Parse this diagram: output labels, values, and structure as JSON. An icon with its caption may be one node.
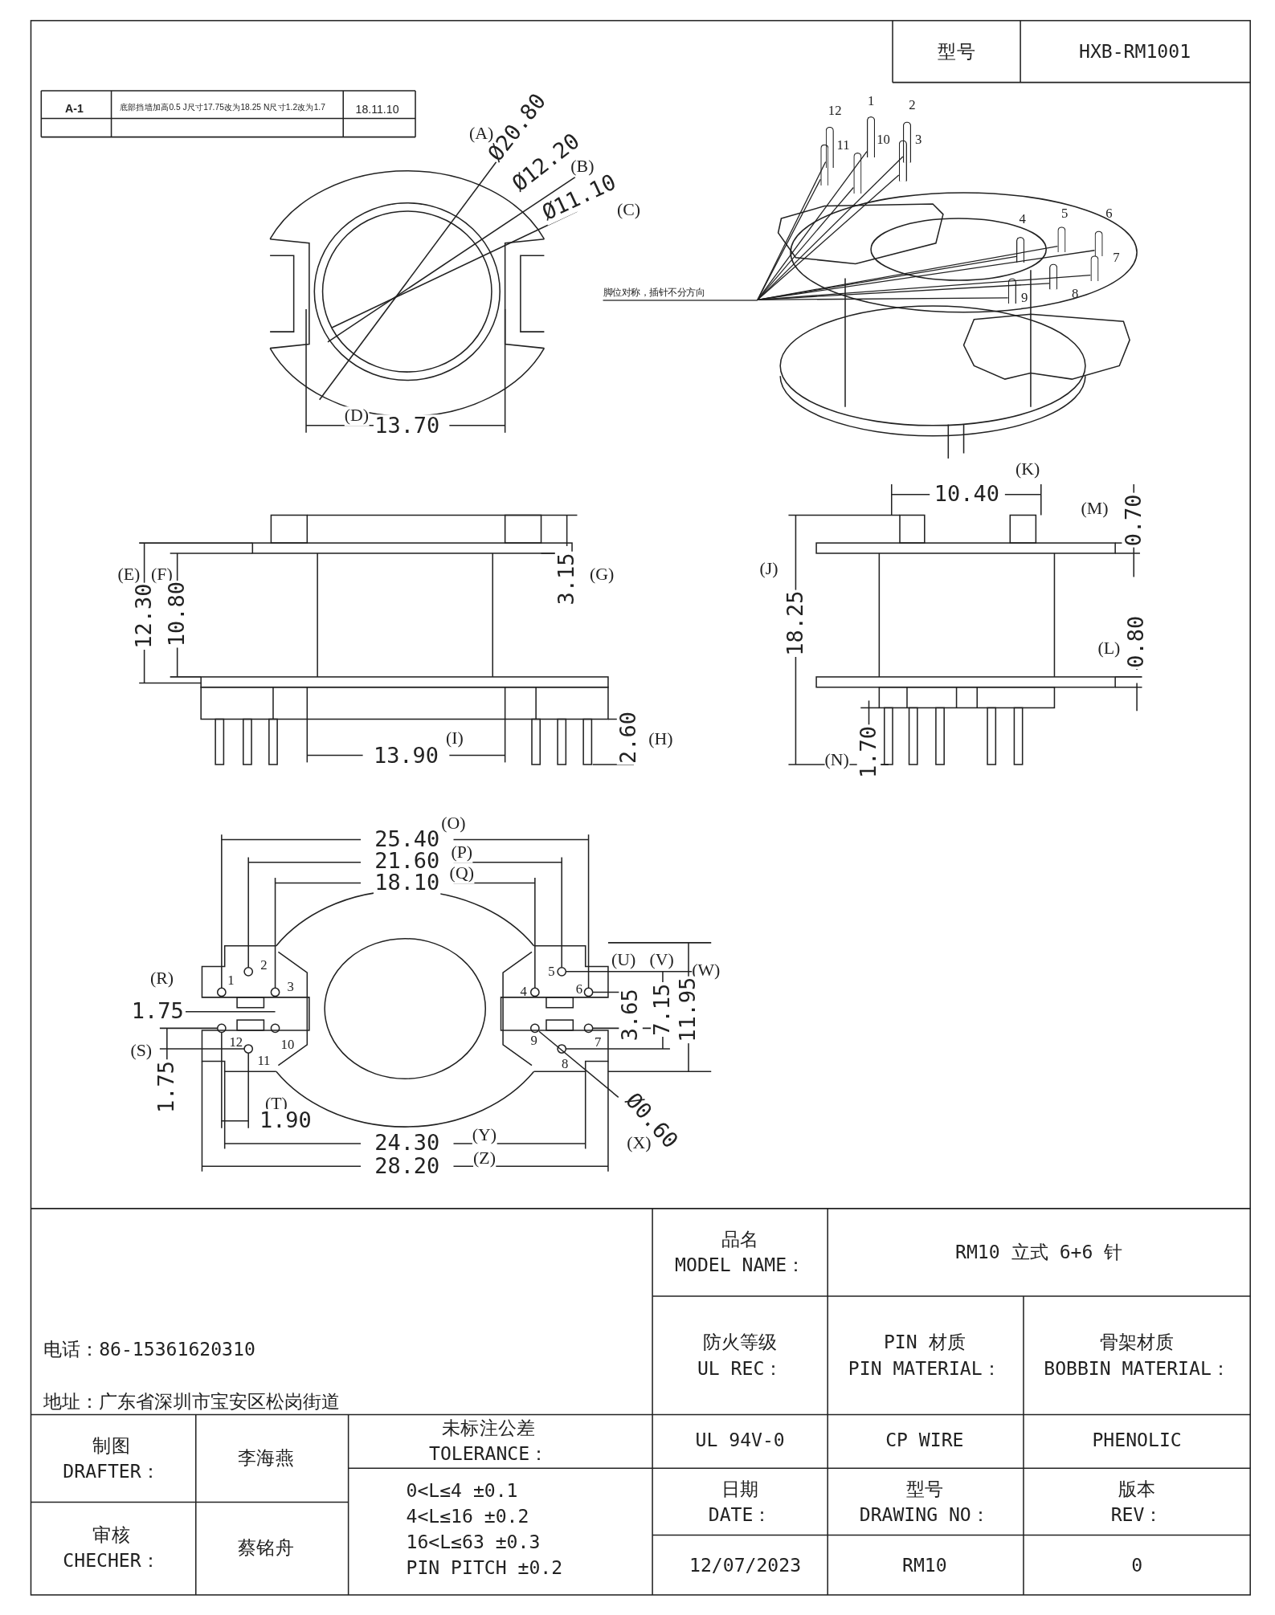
{
  "diagram": {
    "nodes": [
      {
        "text": [
          "脚位对称，插针不分方向"
        ]
      },
      {
        "text": [],
        "shape": "bar"
      },
      {
        "text": [],
        "shape": "bar"
      },
      {
        "text": [],
        "shape": "bar"
      },
      {
        "text": [],
        "shape": "bar"
      },
      {
        "text": [],
        "shape": "bar"
      },
      {
        "text": [],
        "shape": "bar"
      },
      {
        "text": [],
        "shape": "bar"
      },
      {
        "text": [],
        "shape": "bar"
      },
      {
        "text": [],
        "shape": "bar"
      },
      {
        "text": [],
        "shape": "bar"
      },
      {
        "text": [],
        "shape": "bar"
      },
      {
        "text": [],
        "shape": "bar"
      }
    ],
    "edges": [
      {
        "from": 0,
        "to": 1,
        "arrow": "none"
      },
      {
        "from": 0,
        "to": 2,
        "arrow": "none"
      },
      {
        "from": 0,
        "to": 3,
        "arrow": "none"
      },
      {
        "from": 0,
        "to": 4,
        "arrow": "none"
      },
      {
        "from": 0,
        "to": 5,
        "arrow": "none"
      },
      {
        "from": 0,
        "to": 6,
        "arrow": "none"
      },
      {
        "from": 0,
        "to": 7,
        "arrow": "none"
      },
      {
        "from": 0,
        "to": 8,
        "arrow": "none"
      },
      {
        "from": 0,
        "to": 9,
        "arrow": "none"
      },
      {
        "from": 0,
        "to": 10,
        "arrow": "none"
      },
      {
        "from": 0,
        "to": 11,
        "arrow": "none"
      },
      {
        "from": 0,
        "to": 12,
        "arrow": "none"
      }
    ],
    "labels": [
      "型号",
      "HXB-RM1001",
      "A-1",
      "底部挡墙加高0.5 J尺寸17.75改为18.25 N尺寸1.2改为1.7",
      "18.11.10",
      "(A)",
      "Ø20.80",
      "(B)",
      "Ø12.20",
      "Ø11.10",
      "(C)",
      "(D)",
      "13.70",
      "12",
      "1",
      "2",
      "11",
      "10",
      "3",
      "4",
      "5",
      "6",
      "9",
      "8",
      "7",
      "(E)",
      "(F)",
      "12.30",
      "10.80",
      "3.15",
      "(G)",
      "13.90",
      "(I)",
      "2.60",
      "(H)",
      "(K)",
      "10.40",
      "(M)",
      "0.70",
      "(J)",
      "18.25",
      "(L)",
      "0.80",
      "(N)",
      "1.70",
      "25.40",
      "(O)",
      "21.60",
      "(P)",
      "18.10",
      "(Q)",
      "1",
      "2",
      "3",
      "4",
      "5",
      "6",
      "(R)",
      "(U)",
      "(V)",
      "(W)",
      "1.75",
      "3.65",
      "7.15",
      "11.95",
      "12",
      "10",
      "9",
      "7",
      "(S)",
      "11",
      "8",
      "1.75",
      "(T)",
      "1.90",
      "Ø0.60",
      "24.30",
      "(Y)",
      "(X)",
      "28.20",
      "(Z)",
      "电话：86-15361620310",
      "地址：广东省深圳市宝安区松岗街道",
      "品名",
      "MODEL NAME：",
      "RM10 立式 6+6 针",
      "防火等级",
      "UL REC：",
      "PIN 材质",
      "PIN MATERIAL：",
      "骨架材质",
      "BOBBIN MATERIAL：",
      "制图",
      "DRAFTER：",
      "李海燕",
      "未标注公差",
      "TOLERANCE：",
      "UL 94V-0",
      "CP WIRE",
      "PHENOLIC",
      "0<L≤4 ±0.1",
      "4<L≤16 ±0.2",
      "16<L≤63 ±0.3",
      "PIN PITCH ±0.2",
      "日期",
      "DATE：",
      "型号",
      "DRAWING NO：",
      "版本",
      "REV：",
      "审核",
      "CHECHER：",
      "蔡铭舟",
      "12/07/2023",
      "RM10",
      "0"
    ]
  }
}
